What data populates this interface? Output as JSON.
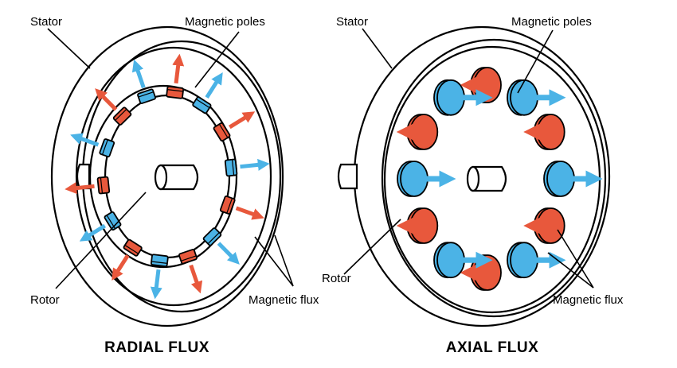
{
  "colors": {
    "north": "#e8583c",
    "south": "#4bb3e6",
    "outline": "#000000",
    "background": "#ffffff"
  },
  "radial": {
    "title": "RADIAL FLUX",
    "labels": {
      "stator": "Stator",
      "magnetic_poles": "Magnetic poles",
      "rotor": "Rotor",
      "magnetic_flux": "Magnetic flux"
    }
  },
  "axial": {
    "title": "AXIAL FLUX",
    "labels": {
      "stator": "Stator",
      "magnetic_poles": "Magnetic poles",
      "rotor": "Rotor",
      "magnetic_flux": "Magnetic flux"
    }
  }
}
